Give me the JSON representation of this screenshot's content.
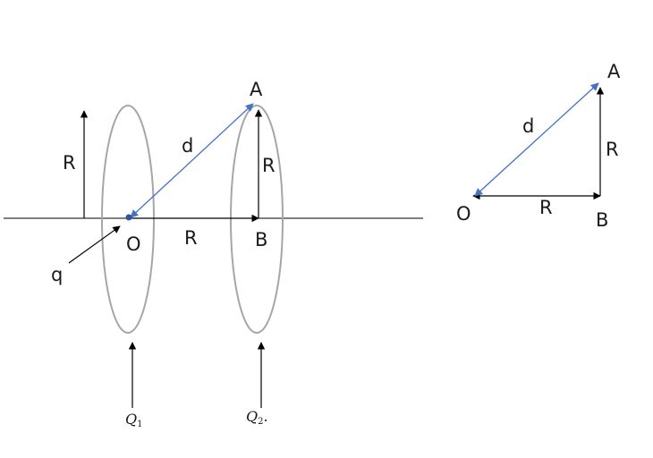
{
  "labels": {
    "left_A": "A",
    "left_d": "d",
    "left_R_tall": "R",
    "left_R_inner": "R",
    "left_O": "O",
    "left_R_axis": "R",
    "left_B": "B",
    "left_q": "q",
    "q1_main": "Q",
    "q1_sub": "1",
    "q2_main": "Q",
    "q2_sub": "2",
    "q2_dot": ".",
    "right_A": "A",
    "right_d": "d",
    "right_R_vertical": "R",
    "right_R_horizontal": "R",
    "right_O": "O",
    "right_B": "B"
  },
  "colors": {
    "line": "#000000",
    "ring": "#a6a6a6",
    "distance_arrow": "#4472c4",
    "text": "#1a1a1a"
  }
}
